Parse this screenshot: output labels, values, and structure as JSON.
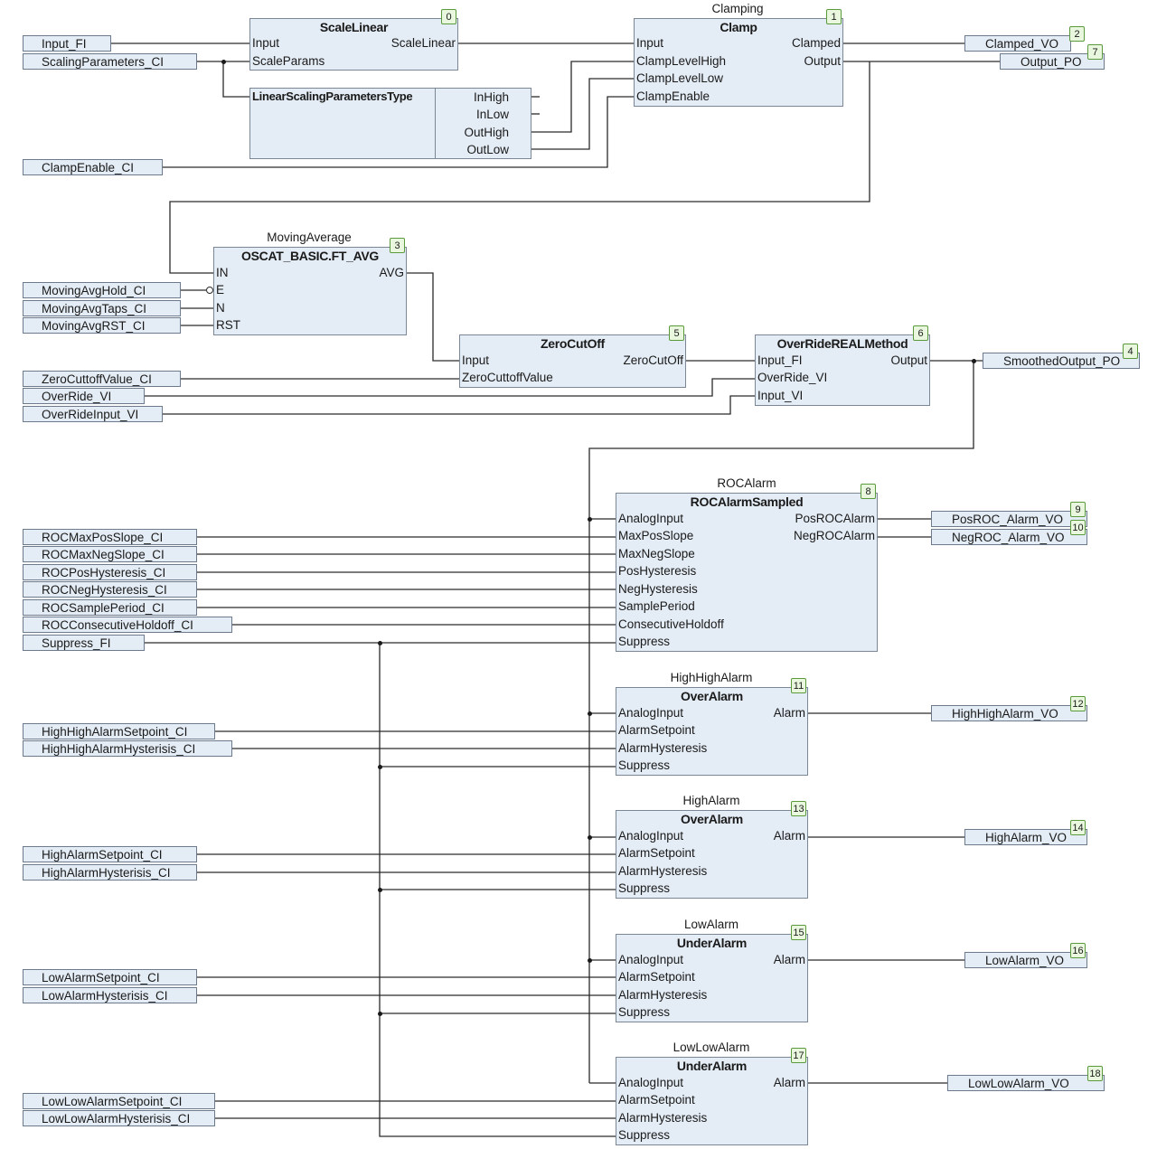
{
  "inputs": {
    "input_fi": "Input_FI",
    "scaling_parameters_ci": "ScalingParameters_CI",
    "clamp_enable_ci": "ClampEnable_CI",
    "moving_avg_hold_ci": "MovingAvgHold_CI",
    "moving_avg_taps_ci": "MovingAvgTaps_CI",
    "moving_avg_rst_ci": "MovingAvgRST_CI",
    "zero_cutoff_value_ci": "ZeroCuttoffValue_CI",
    "override_vi": "OverRide_VI",
    "override_input_vi": "OverRideInput_VI",
    "roc_max_pos_slope_ci": "ROCMaxPosSlope_CI",
    "roc_max_neg_slope_ci": "ROCMaxNegSlope_CI",
    "roc_pos_hysteresis_ci": "ROCPosHysteresis_CI",
    "roc_neg_hysteresis_ci": "ROCNegHysteresis_CI",
    "roc_sample_period_ci": "ROCSamplePeriod_CI",
    "roc_consecutive_holdoff_ci": "ROCConsecutiveHoldoff_CI",
    "suppress_fi": "Suppress_FI",
    "highhigh_setpoint_ci": "HighHighAlarmSetpoint_CI",
    "highhigh_hysteresis_ci": "HighHighAlarmHysterisis_CI",
    "high_setpoint_ci": "HighAlarmSetpoint_CI",
    "high_hysteresis_ci": "HighAlarmHysterisis_CI",
    "low_setpoint_ci": "LowAlarmSetpoint_CI",
    "low_hysteresis_ci": "LowAlarmHysterisis_CI",
    "lowlow_setpoint_ci": "LowLowAlarmSetpoint_CI",
    "lowlow_hysteresis_ci": "LowLowAlarmHysterisis_CI"
  },
  "outputs": {
    "clamped_vo": {
      "label": "Clamped_VO",
      "order": "2"
    },
    "output_po": {
      "label": "Output_PO",
      "order": "7"
    },
    "smoothed_output_po": {
      "label": "SmoothedOutput_PO",
      "order": "4"
    },
    "pos_roc_alarm_vo": {
      "label": "PosROC_Alarm_VO",
      "order": "9"
    },
    "neg_roc_alarm_vo": {
      "label": "NegROC_Alarm_VO",
      "order": "10"
    },
    "highhigh_alarm_vo": {
      "label": "HighHighAlarm_VO",
      "order": "12"
    },
    "high_alarm_vo": {
      "label": "HighAlarm_VO",
      "order": "14"
    },
    "low_alarm_vo": {
      "label": "LowAlarm_VO",
      "order": "16"
    },
    "lowlow_alarm_vo": {
      "label": "LowLowAlarm_VO",
      "order": "18"
    }
  },
  "blocks": {
    "scale_linear": {
      "type": "ScaleLinear",
      "order": "0",
      "inputs": [
        "Input",
        "ScaleParams"
      ],
      "outputs": [
        "ScaleLinear"
      ]
    },
    "scaling_params_type": {
      "type": "LinearScalingParametersType",
      "outputs": [
        "InHigh",
        "InLow",
        "OutHigh",
        "OutLow"
      ]
    },
    "clamp": {
      "instance": "Clamping",
      "type": "Clamp",
      "order": "1",
      "inputs": [
        "Input",
        "ClampLevelHigh",
        "ClampLevelLow",
        "ClampEnable"
      ],
      "outputs": [
        "Clamped",
        "Output"
      ]
    },
    "moving_average": {
      "instance": "MovingAverage",
      "type": "OSCAT_BASIC.FT_AVG",
      "order": "3",
      "inputs": [
        "IN",
        "E",
        "N",
        "RST"
      ],
      "outputs": [
        "AVG"
      ]
    },
    "zero_cutoff": {
      "type": "ZeroCutOff",
      "order": "5",
      "inputs": [
        "Input",
        "ZeroCuttoffValue"
      ],
      "outputs": [
        "ZeroCutOff"
      ]
    },
    "override": {
      "type": "OverRideREALMethod",
      "order": "6",
      "inputs": [
        "Input_FI",
        "OverRide_VI",
        "Input_VI"
      ],
      "outputs": [
        "Output"
      ]
    },
    "roc_alarm": {
      "instance": "ROCAlarm",
      "type": "ROCAlarmSampled",
      "order": "8",
      "inputs": [
        "AnalogInput",
        "MaxPosSlope",
        "MaxNegSlope",
        "PosHysteresis",
        "NegHysteresis",
        "SamplePeriod",
        "ConsecutiveHoldoff",
        "Suppress"
      ],
      "outputs": [
        "PosROCAlarm",
        "NegROCAlarm"
      ]
    },
    "highhigh_alarm": {
      "instance": "HighHighAlarm",
      "type": "OverAlarm",
      "order": "11",
      "inputs": [
        "AnalogInput",
        "AlarmSetpoint",
        "AlarmHysteresis",
        "Suppress"
      ],
      "outputs": [
        "Alarm"
      ]
    },
    "high_alarm": {
      "instance": "HighAlarm",
      "type": "OverAlarm",
      "order": "13",
      "inputs": [
        "AnalogInput",
        "AlarmSetpoint",
        "AlarmHysteresis",
        "Suppress"
      ],
      "outputs": [
        "Alarm"
      ]
    },
    "low_alarm": {
      "instance": "LowAlarm",
      "type": "UnderAlarm",
      "order": "15",
      "inputs": [
        "AnalogInput",
        "AlarmSetpoint",
        "AlarmHysteresis",
        "Suppress"
      ],
      "outputs": [
        "Alarm"
      ]
    },
    "lowlow_alarm": {
      "instance": "LowLowAlarm",
      "type": "UnderAlarm",
      "order": "17",
      "inputs": [
        "AnalogInput",
        "AlarmSetpoint",
        "AlarmHysteresis",
        "Suppress"
      ],
      "outputs": [
        "Alarm"
      ]
    }
  },
  "colors": {
    "box_fill": "#e4ecf5",
    "box_border": "#7b8796",
    "order_badge_border": "#5a9a3c",
    "wire": "#2a2a2a"
  }
}
